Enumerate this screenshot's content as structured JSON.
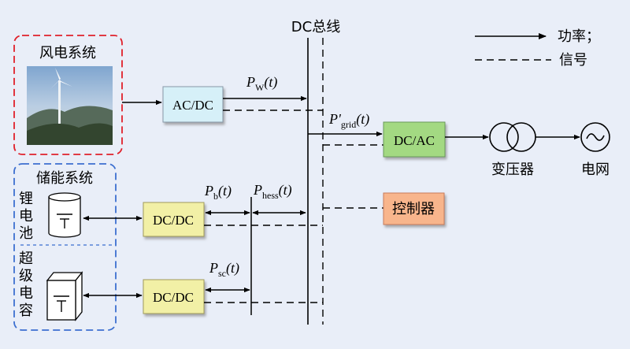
{
  "bus": {
    "label": "DC总线"
  },
  "legend": {
    "power": "功率；",
    "signal": "信号"
  },
  "wind": {
    "title": "风电系统"
  },
  "storage": {
    "title": "储能系统",
    "battery": "锂\n电\n池",
    "supercap": "超\n级\n电\n容"
  },
  "converters": {
    "acdc": "AC/DC",
    "dcac": "DC/AC",
    "dcdc_battery": "DC/DC",
    "dcdc_supercap": "DC/DC"
  },
  "controller": {
    "label": "控制器"
  },
  "transformer": {
    "label": "变压器"
  },
  "grid": {
    "label": "电网"
  },
  "signals": {
    "pw": {
      "sym": "P",
      "sub": "W",
      "arg": "(t)"
    },
    "pgrid": {
      "sym": "P'",
      "sub": "grid",
      "arg": "(t)"
    },
    "pb": {
      "sym": "P",
      "sub": "b",
      "arg": "(t)"
    },
    "phess": {
      "sym": "P",
      "sub": "hess",
      "arg": "(t)"
    },
    "psc": {
      "sym": "P",
      "sub": "sc",
      "arg": "(t)"
    }
  },
  "colors": {
    "background": "#e9eef8",
    "acdc_fill": "#d6f0f8",
    "dcac_fill": "#a3d982",
    "dcdc_fill": "#f2f0a6",
    "controller_fill": "#f8b58c",
    "wind_border": "#e0202a",
    "storage_border": "#3c6fd0"
  }
}
